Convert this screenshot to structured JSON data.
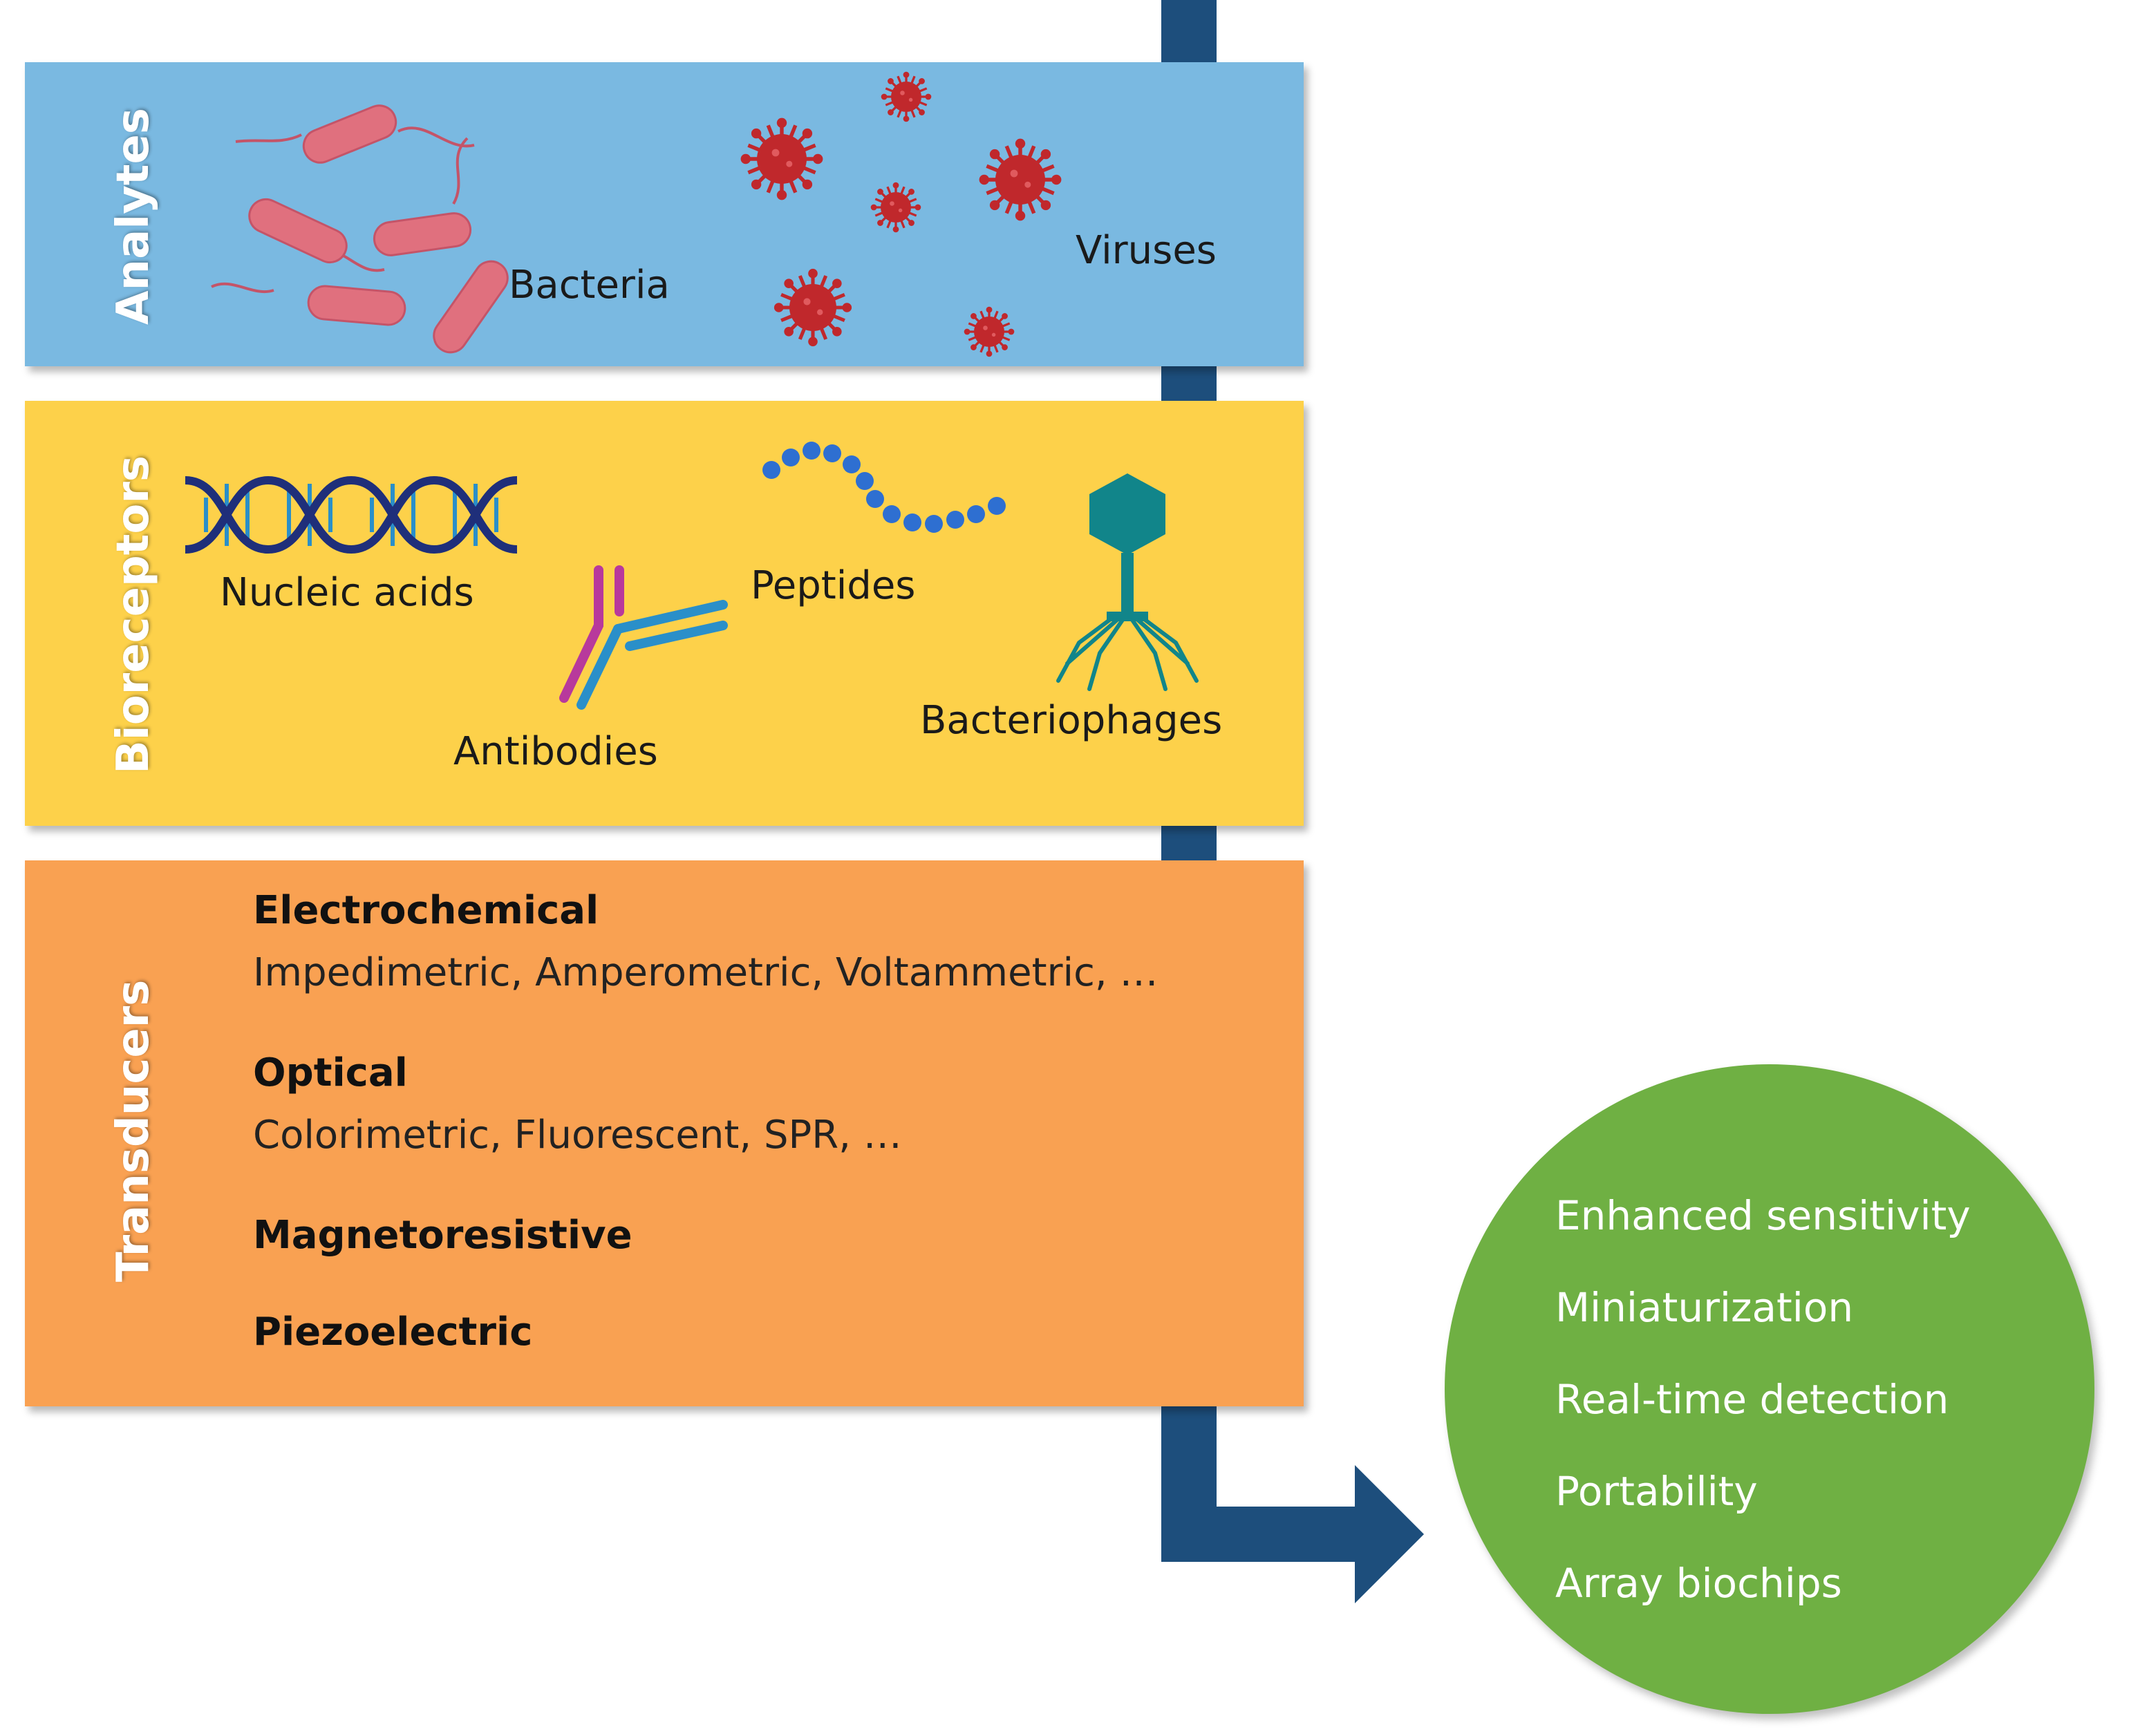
{
  "panels": {
    "analytes": {
      "title": "Analytes",
      "color": "#7ab9e1",
      "items": {
        "bacteria": "Bacteria",
        "viruses": "Viruses"
      }
    },
    "bioreceptors": {
      "title": "Bioreceptors",
      "color": "#fdd14a",
      "items": {
        "nucleic_acids": "Nucleic acids",
        "antibodies": "Antibodies",
        "peptides": "Peptides",
        "bacteriophages": "Bacteriophages"
      }
    },
    "transducers": {
      "title": "Transducers",
      "color": "#f9a152",
      "groups": [
        {
          "name": "Electrochemical",
          "detail": "Impedimetric, Amperometric, Voltammetric, …"
        },
        {
          "name": "Optical",
          "detail": "Colorimetric, Fluorescent, SPR, …"
        },
        {
          "name": "Magnetoresistive",
          "detail": ""
        },
        {
          "name": "Piezoelectric",
          "detail": ""
        }
      ]
    }
  },
  "benefits": {
    "color": "#6fb043",
    "items": [
      "Enhanced sensitivity",
      "Miniaturization",
      "Real-time detection",
      "Portability",
      "Array biochips"
    ]
  },
  "colors": {
    "conduit": "#1d4e7c",
    "bacteria": "#e0707e",
    "virus": "#c0282c",
    "dna": "#1f2f7a",
    "peptide": "#2e6fd1",
    "phage": "#11858a",
    "antibody_heavy": "#b8399c",
    "antibody_light": "#2a8fc9"
  }
}
